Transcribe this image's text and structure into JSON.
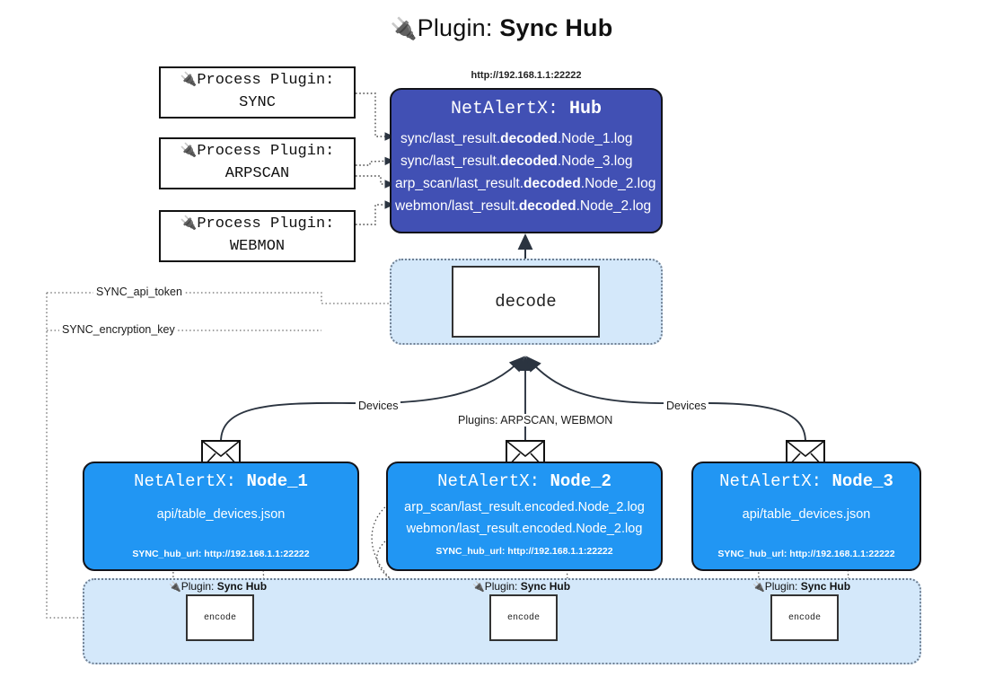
{
  "title": {
    "icon": "🔌",
    "prefix": "Plugin:",
    "name": "Sync Hub"
  },
  "process_plugins": [
    {
      "icon": "🔌",
      "label": "Process Plugin:",
      "name": "SYNC"
    },
    {
      "icon": "🔌",
      "label": "Process Plugin:",
      "name": "ARPSCAN"
    },
    {
      "icon": "🔌",
      "label": "Process Plugin:",
      "name": "WEBMON"
    }
  ],
  "hub": {
    "url": "http://192.168.1.1:22222",
    "header_prefix": "NetAlertX:",
    "header_name": "Hub",
    "rows": [
      {
        "pre": "sync/last_result.",
        "em": "decoded",
        "post": ".Node_1.log"
      },
      {
        "pre": "sync/last_result.",
        "em": "decoded",
        "post": ".Node_3.log"
      },
      {
        "pre": "arp_scan/last_result.",
        "em": "decoded",
        "post": ".Node_2.log"
      },
      {
        "pre": "webmon/last_result.",
        "em": "decoded",
        "post": ".Node_2.log"
      }
    ]
  },
  "decode": {
    "label": "decode"
  },
  "settings": {
    "api_token": "SYNC_api_token",
    "encryption_key": "SYNC_encryption_key"
  },
  "edge_labels": {
    "devices_left": "Devices",
    "devices_right": "Devices",
    "plugins_center": "Plugins: ARPSCAN, WEBMON"
  },
  "nodes": [
    {
      "header_prefix": "NetAlertX:",
      "header_name": "Node_1",
      "lines": [
        "api/table_devices.json"
      ],
      "hub_url": "SYNC_hub_url: http://192.168.1.1:22222",
      "plugin_icon": "🔌",
      "plugin_prefix": "Plugin:",
      "plugin_name": "Sync Hub",
      "encode_label": "encode"
    },
    {
      "header_prefix": "NetAlertX:",
      "header_name": "Node_2",
      "lines": [
        "arp_scan/last_result.encoded.Node_2.log",
        "webmon/last_result.encoded.Node_2.log"
      ],
      "hub_url": "SYNC_hub_url: http://192.168.1.1:22222",
      "plugin_icon": "🔌",
      "plugin_prefix": "Plugin:",
      "plugin_name": "Sync Hub",
      "encode_label": "encode"
    },
    {
      "header_prefix": "NetAlertX:",
      "header_name": "Node_3",
      "lines": [
        "api/table_devices.json"
      ],
      "hub_url": "SYNC_hub_url: http://192.168.1.1:22222",
      "plugin_icon": "🔌",
      "plugin_prefix": "Plugin:",
      "plugin_name": "Sync Hub",
      "encode_label": "encode"
    }
  ],
  "colors": {
    "hub_fill": "#4150b4",
    "node_fill": "#2196f3",
    "container_fill": "#d4e8fa",
    "container_border": "#6f7f92",
    "stroke": "#12131a"
  }
}
